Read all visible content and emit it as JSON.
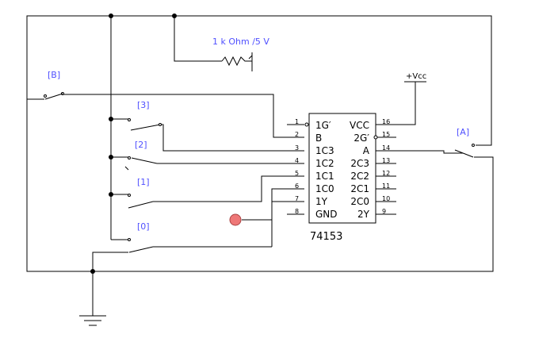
{
  "diagram": {
    "chip": {
      "part_number": "74153",
      "left_pins": [
        {
          "num": "1",
          "name": "1G′"
        },
        {
          "num": "2",
          "name": "B"
        },
        {
          "num": "3",
          "name": "1C3"
        },
        {
          "num": "4",
          "name": "1C2"
        },
        {
          "num": "5",
          "name": "1C1"
        },
        {
          "num": "6",
          "name": "1C0"
        },
        {
          "num": "7",
          "name": "1Y"
        },
        {
          "num": "8",
          "name": "GND"
        }
      ],
      "right_pins": [
        {
          "num": "16",
          "name": "VCC"
        },
        {
          "num": "15",
          "name": "2G′"
        },
        {
          "num": "14",
          "name": "A"
        },
        {
          "num": "13",
          "name": "2C3"
        },
        {
          "num": "12",
          "name": "2C2"
        },
        {
          "num": "11",
          "name": "2C1"
        },
        {
          "num": "10",
          "name": "2C0"
        },
        {
          "num": "9",
          "name": "2Y"
        }
      ]
    },
    "switches": {
      "B": "[B]",
      "A": "[A]",
      "s3": "[3]",
      "s2": "[2]",
      "s1": "[1]",
      "s0": "[0]"
    },
    "supply_label": "+Vcc",
    "pullup_label": "1 k Ohm /5 V",
    "colors": {
      "label": "#5050ff",
      "probe": "#ee7777",
      "wire": "#000000"
    }
  }
}
